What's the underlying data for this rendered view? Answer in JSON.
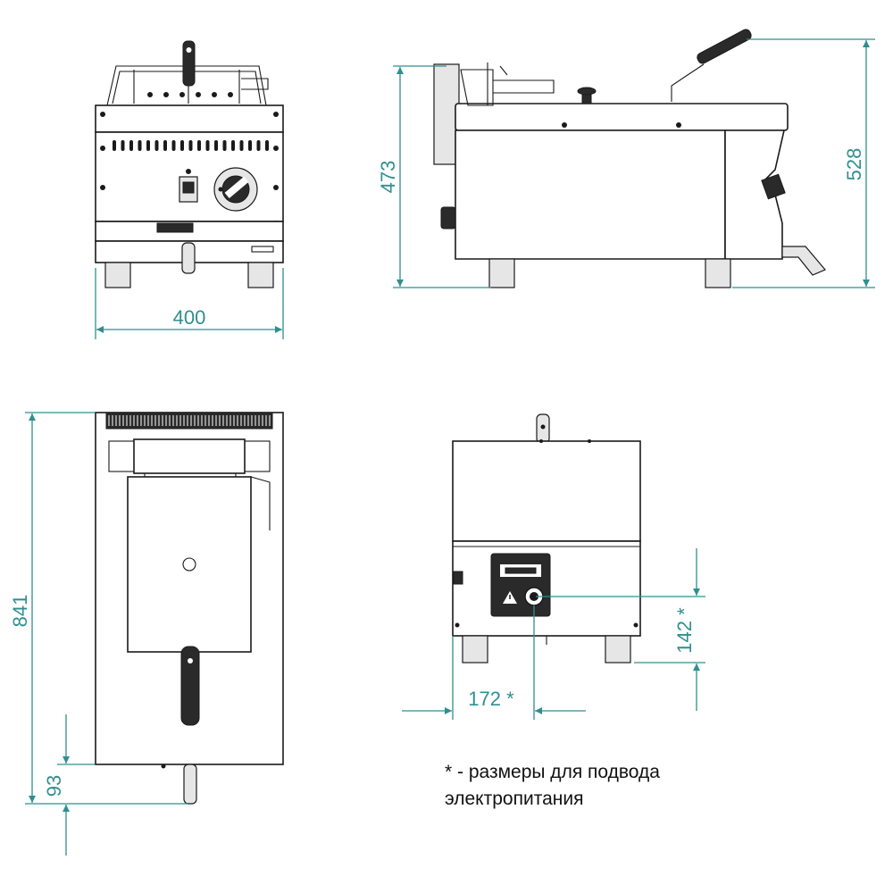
{
  "colors": {
    "dimension": "#2f8f8f",
    "outline": "#1a1a1a",
    "handle": "#2a2a2a"
  },
  "views": {
    "front": {
      "width_label": "400"
    },
    "side": {
      "height_label": "473",
      "total_height_label": "528"
    },
    "top": {
      "depth_label": "841",
      "overhang_label": "93"
    },
    "rear": {
      "power_height_label": "142 *",
      "power_offset_label": "172  *"
    }
  },
  "note": {
    "line1": "* - размеры для подвода",
    "line2": "электропитания"
  },
  "icons": [
    "warning-triangle-icon",
    "power-connector-icon",
    "rotary-knob-icon",
    "power-switch-icon"
  ]
}
